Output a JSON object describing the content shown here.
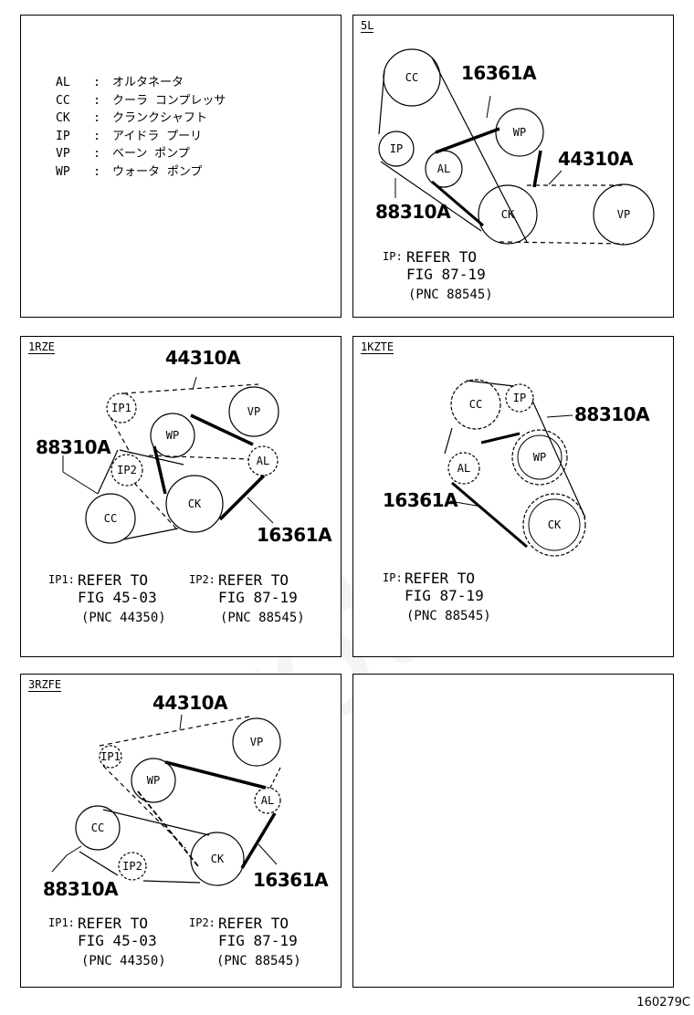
{
  "legend": [
    {
      "abbr": "AL",
      "sep": ":",
      "name": "オルタネータ"
    },
    {
      "abbr": "CC",
      "sep": ":",
      "name": "クーラ コンプレッサ"
    },
    {
      "abbr": "CK",
      "sep": ":",
      "name": "クランクシャフト"
    },
    {
      "abbr": "IP",
      "sep": ":",
      "name": "アイドラ プーリ"
    },
    {
      "abbr": "VP",
      "sep": ":",
      "name": "ベーン ポンプ"
    },
    {
      "abbr": "WP",
      "sep": ":",
      "name": "ウォータ ポンプ"
    }
  ],
  "panels": {
    "p5l": {
      "tag": "5L",
      "pulleys": {
        "cc": "CC",
        "ip": "IP",
        "wp": "WP",
        "al": "AL",
        "ck": "CK",
        "vp": "VP"
      },
      "parts": [
        "16361A",
        "44310A",
        "88310A"
      ],
      "note": {
        "prefix": "IP:",
        "line1": "REFER TO",
        "line2": "FIG 87-19",
        "line3": "(PNC 88545)"
      }
    },
    "p1rze": {
      "tag": "1RZE",
      "pulleys": {
        "ip1": "IP1",
        "vp": "VP",
        "wp": "WP",
        "ip2": "IP2",
        "al": "AL",
        "cc": "CC",
        "ck": "CK"
      },
      "parts": [
        "44310A",
        "88310A",
        "16361A"
      ],
      "note1": {
        "prefix": "IP1:",
        "line1": "REFER TO",
        "line2": "FIG 45-03",
        "line3": "(PNC 44350)"
      },
      "note2": {
        "prefix": "IP2:",
        "line1": "REFER TO",
        "line2": "FIG 87-19",
        "line3": "(PNC 88545)"
      }
    },
    "p1kzte": {
      "tag": "1KZTE",
      "pulleys": {
        "cc": "CC",
        "ip": "IP",
        "wp": "WP",
        "al": "AL",
        "ck": "CK"
      },
      "parts": [
        "88310A",
        "16361A"
      ],
      "note": {
        "prefix": "IP:",
        "line1": "REFER TO",
        "line2": "FIG 87-19",
        "line3": "(PNC 88545)"
      }
    },
    "p3rzfe": {
      "tag": "3RZFE",
      "pulleys": {
        "ip1": "IP1",
        "vp": "VP",
        "wp": "WP",
        "al": "AL",
        "cc": "CC",
        "ck": "CK",
        "ip2": "IP2"
      },
      "parts": [
        "44310A",
        "88310A",
        "16361A"
      ],
      "note1": {
        "prefix": "IP1:",
        "line1": "REFER TO",
        "line2": "FIG 45-03",
        "line3": "(PNC 44350)"
      },
      "note2": {
        "prefix": "IP2:",
        "line1": "REFER TO",
        "line2": "FIG 87-19",
        "line3": "(PNC 88545)"
      }
    }
  },
  "figure_id": "160279C",
  "watermark": "ToyotaC"
}
